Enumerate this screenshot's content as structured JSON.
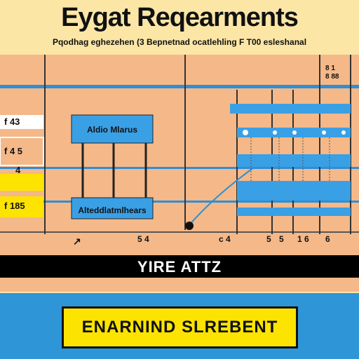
{
  "header": {
    "title": "Eygat Reqearments",
    "subtitle": "Pqodhag eghezehen (3 Bepnetnad ocatlehling F T00 esleshanal"
  },
  "left_markers": [
    "f 43",
    "f 4 5",
    "4",
    "f 185"
  ],
  "blocks": {
    "top": "Aldio Mlarus",
    "bottom": "Alteddlatmlhears"
  },
  "bottom_ticks": [
    "5 4",
    "c 4",
    "5",
    "5",
    "1 6",
    "6"
  ],
  "right_labels": [
    "8 1",
    "8 88"
  ],
  "band_label": "YIRE ATTZ",
  "cta": {
    "label": "ENARNIND SLREBENT"
  },
  "colors": {
    "header_bg": "#fbe6a6",
    "panel_bg": "#f5b888",
    "line_blue": "#2e8fd6",
    "block_blue": "#3aa0e6",
    "yellow": "#fce400",
    "footer_blue": "#2e95d6"
  }
}
